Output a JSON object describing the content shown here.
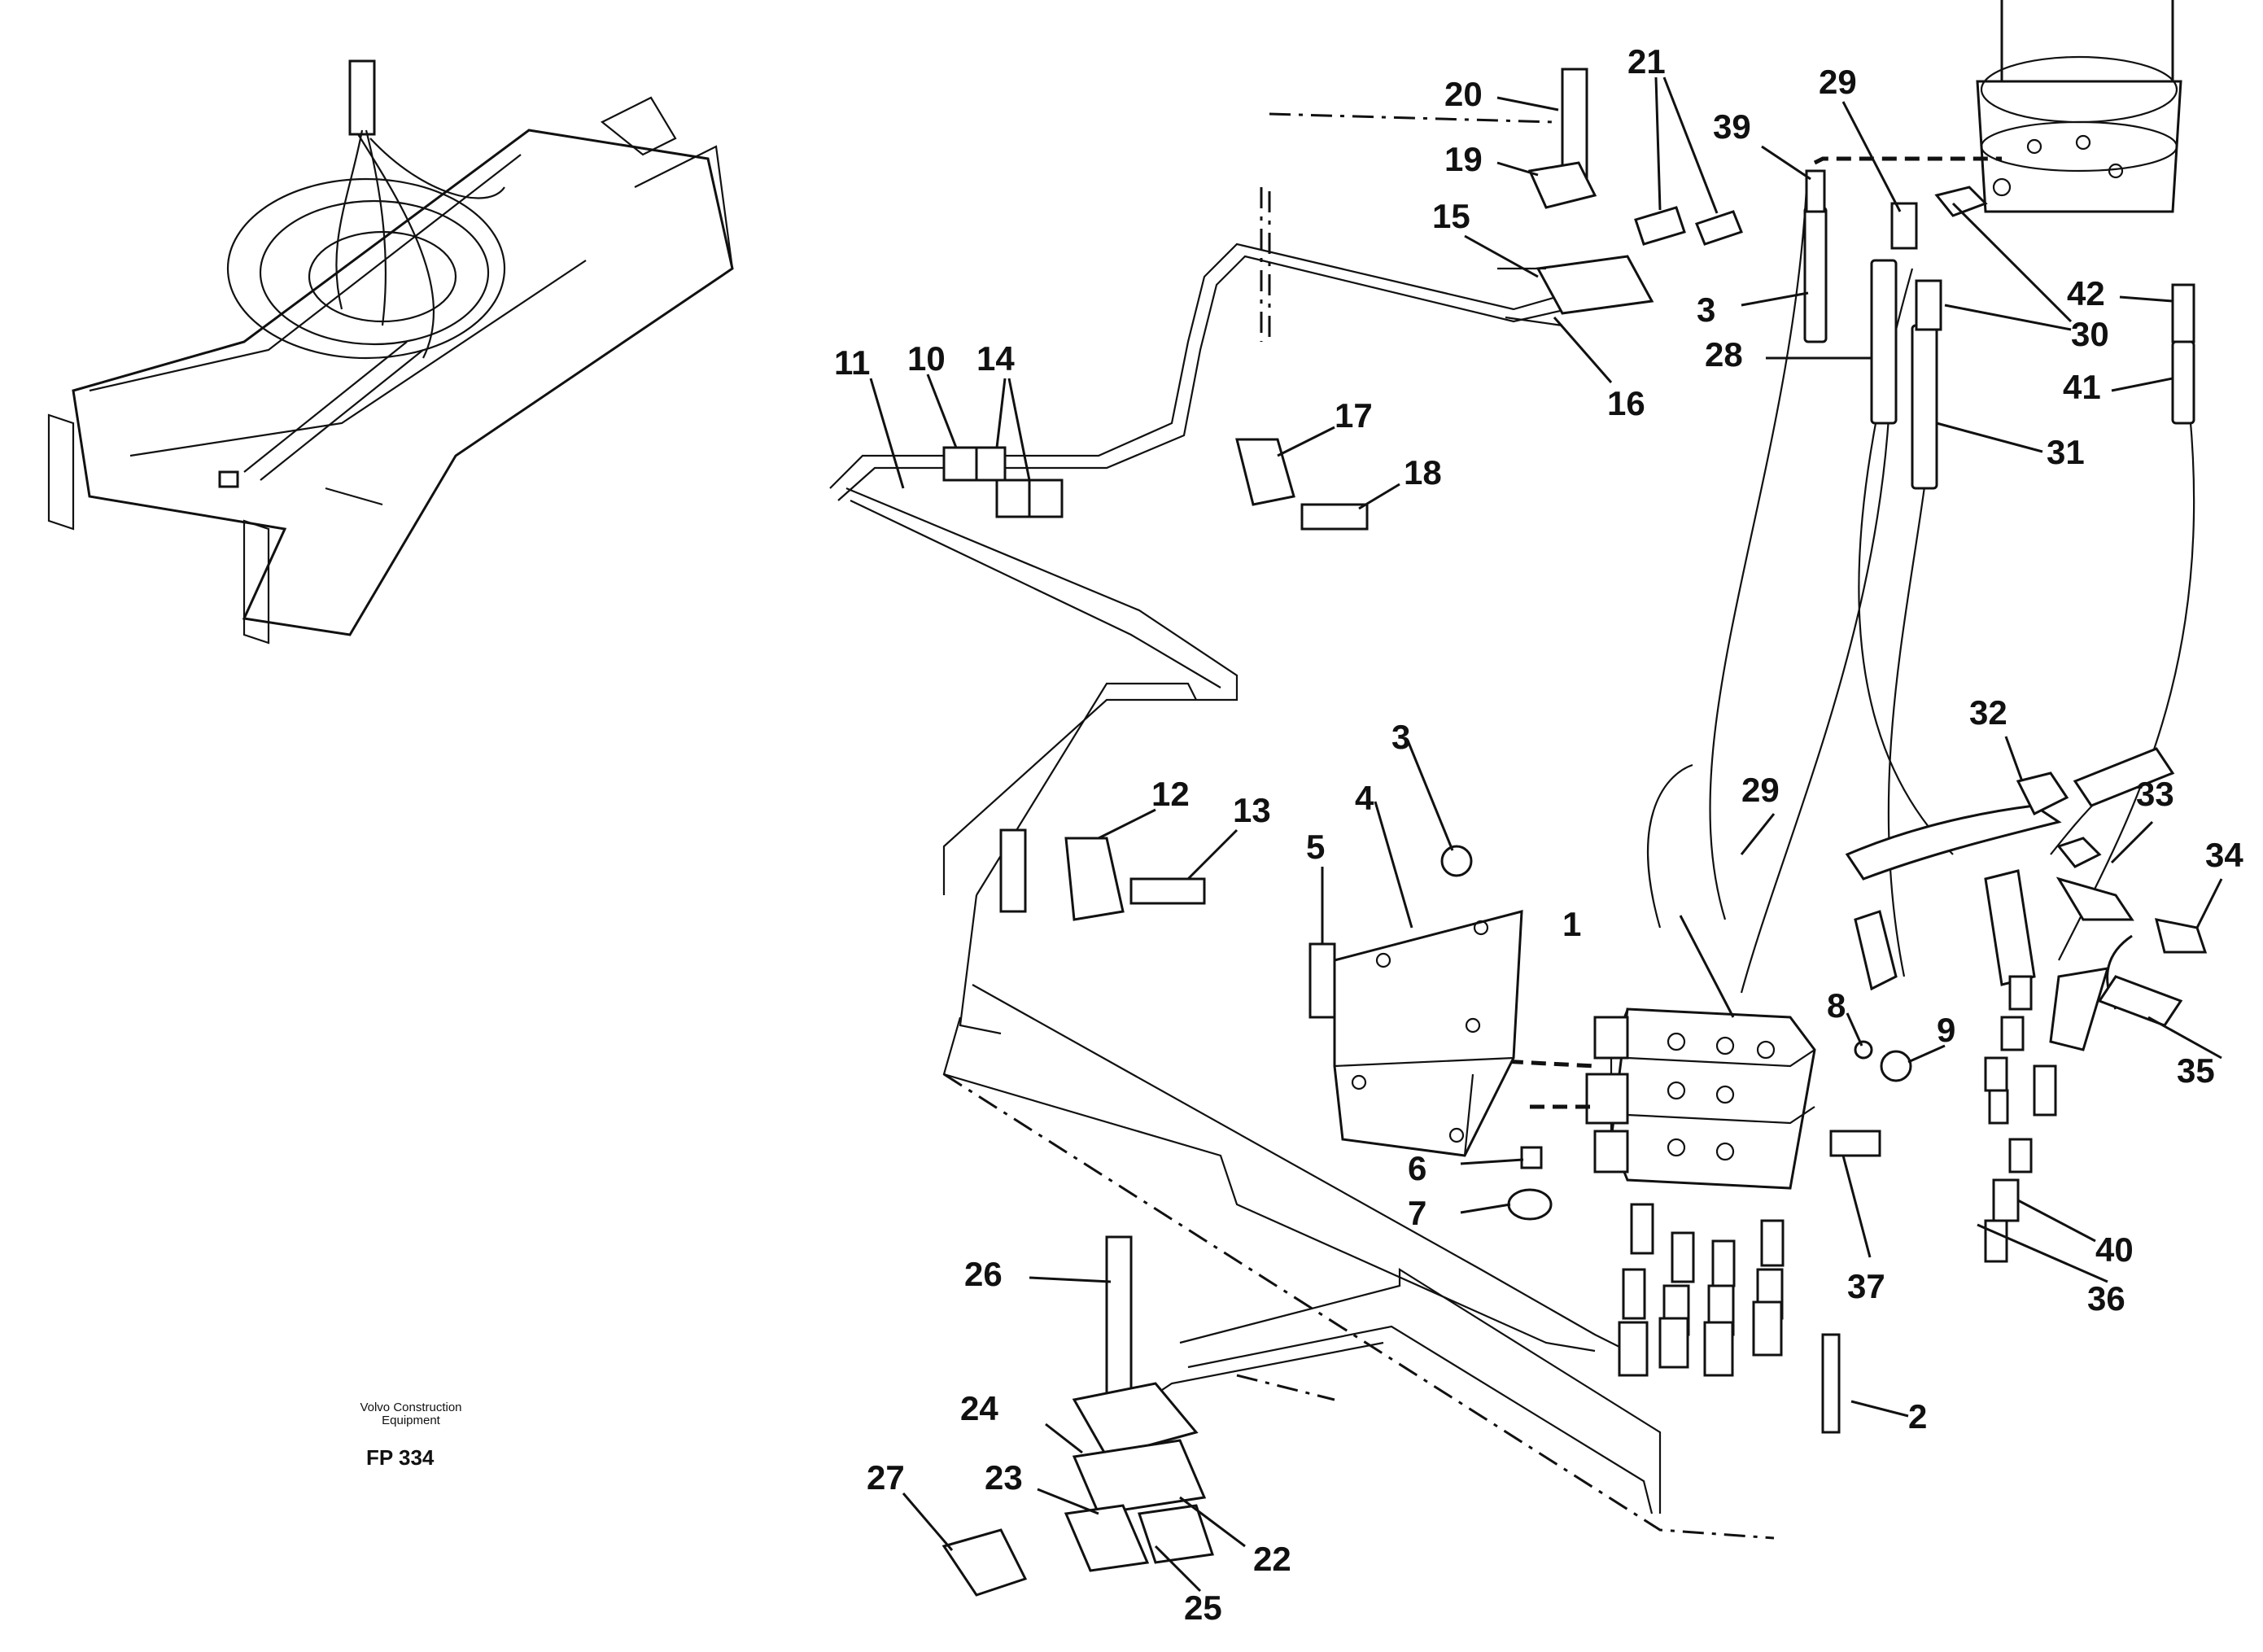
{
  "footer": {
    "brand": "Volvo Construction Equipment",
    "code": "FP 334"
  },
  "callouts": [
    "1",
    "2",
    "3",
    "3",
    "4",
    "5",
    "6",
    "7",
    "8",
    "9",
    "10",
    "11",
    "12",
    "13",
    "14",
    "15",
    "16",
    "17",
    "18",
    "19",
    "20",
    "21",
    "22",
    "23",
    "24",
    "25",
    "26",
    "27",
    "28",
    "29",
    "29",
    "30",
    "31",
    "32",
    "33",
    "34",
    "35",
    "36",
    "37",
    "39",
    "40",
    "41",
    "42"
  ]
}
